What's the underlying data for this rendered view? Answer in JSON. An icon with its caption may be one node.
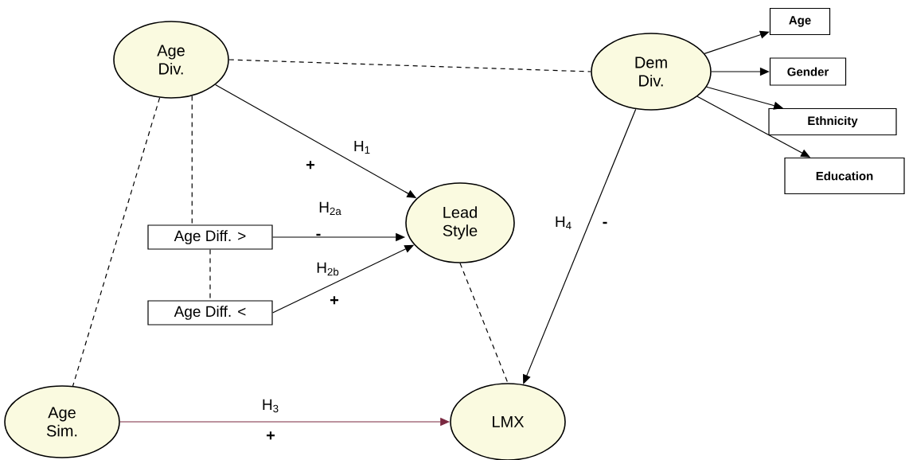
{
  "diagram": {
    "nodes": [
      {
        "text": [
          "Age Div."
        ]
      },
      {
        "text": [
          "Dem Div."
        ]
      },
      {
        "text": [
          "Age"
        ]
      },
      {
        "text": [
          "Gender"
        ]
      },
      {
        "text": [
          "Ethnicity"
        ]
      },
      {
        "text": [
          "Education"
        ]
      },
      {
        "text": [
          "Lead Style"
        ]
      },
      {
        "text": [
          "Age Diff. >"
        ]
      },
      {
        "text": [
          "Age Diff. <"
        ]
      },
      {
        "text": [
          "Age Sim."
        ]
      },
      {
        "text": [
          "LMX"
        ]
      }
    ],
    "edges": [
      {
        "from": 0,
        "to": 1,
        "arrow": "none",
        "style": "dashed"
      },
      {
        "from": 1,
        "to": 2,
        "arrow": "to"
      },
      {
        "from": 1,
        "to": 3,
        "arrow": "to"
      },
      {
        "from": 1,
        "to": 4,
        "arrow": "to"
      },
      {
        "from": 1,
        "to": 5,
        "arrow": "to"
      },
      {
        "from": 0,
        "to": 6,
        "arrow": "to",
        "label": "H$_{1}$"
      },
      {
        "from": 0,
        "to": 7,
        "arrow": "none",
        "style": "dashed"
      },
      {
        "from": 7,
        "to": 6,
        "arrow": "to",
        "label": "H$_{2a}$"
      },
      {
        "from": 7,
        "to": 8,
        "arrow": "none",
        "style": "dashed"
      },
      {
        "from": 8,
        "to": 6,
        "arrow": "to",
        "label": "H$_{2b}$"
      },
      {
        "from": 0,
        "to": 9,
        "arrow": "none",
        "style": "dashed"
      },
      {
        "from": 6,
        "to": 10,
        "arrow": "none",
        "style": "dashed"
      },
      {
        "from": 1,
        "to": 10,
        "arrow": "to",
        "label": "H$_{4}$"
      },
      {
        "from": 9,
        "to": 10,
        "arrow": "to",
        "label": "H$_{3}$",
        "color": "#7a2840"
      }
    ],
    "labels": [
      "+",
      "-",
      "-",
      "+",
      "+"
    ]
  }
}
